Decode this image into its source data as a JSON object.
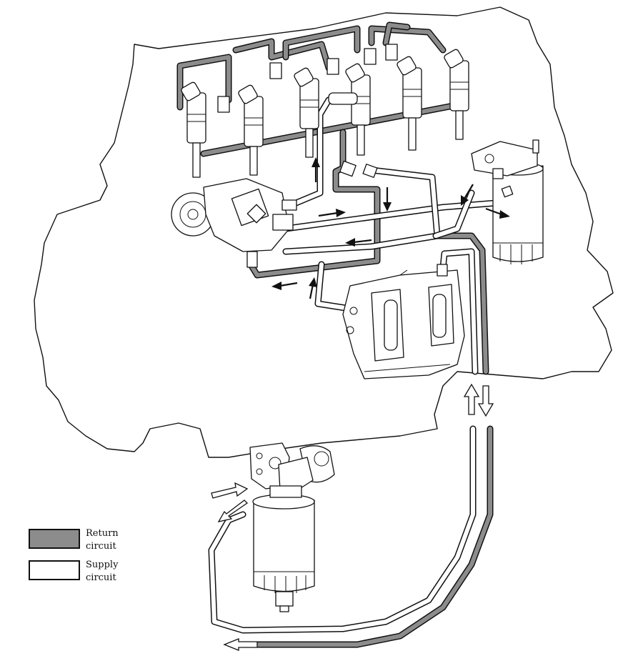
{
  "legend": {
    "items": [
      {
        "label_line1": "Return",
        "label_line2": "circuit",
        "color": "#8c8c8c"
      },
      {
        "label_line1": "Supply",
        "label_line2": "circuit",
        "color": "#ffffff"
      }
    ]
  },
  "colors": {
    "return_circuit": "#8c8c8c",
    "supply_circuit": "#ffffff",
    "line": "#111111"
  },
  "icons": {
    "injector": "fuel-injector-icon",
    "pump": "high-pressure-pump-icon",
    "ecu": "ecu-icon",
    "filter": "fuel-filter-icon",
    "flow_arrow": "flow-arrow-icon"
  }
}
